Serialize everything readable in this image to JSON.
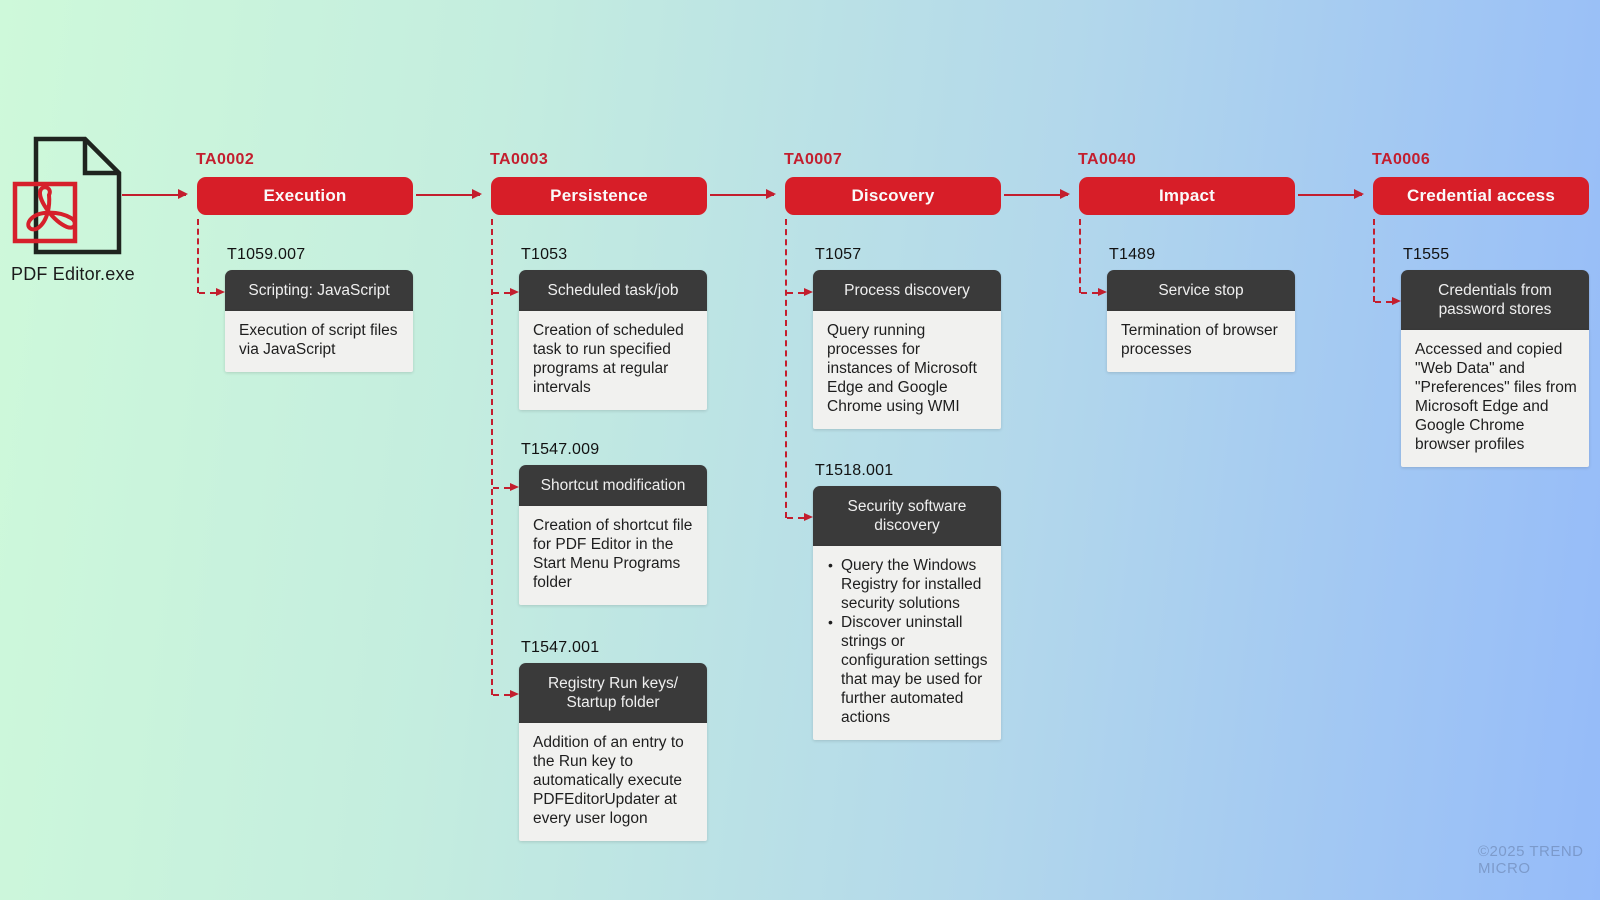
{
  "colors": {
    "tactic-red": "#d71e28",
    "accent-red": "#c31e2e",
    "header-gray": "#3a3a3a",
    "body-gray": "#f1f1ef",
    "bg-left-green": "#cef9da",
    "bg-right-blue": "#95bbf9"
  },
  "source": {
    "label": "PDF Editor.exe",
    "icon": "pdf-document-with-acrobat-logo"
  },
  "watermark": "©2025 TREND MICRO",
  "tactics": [
    {
      "id": "TA0002",
      "label": "Execution",
      "techniques": [
        {
          "id": "T1059.007",
          "name": "Scripting: JavaScript",
          "description": "Execution of script files via JavaScript"
        }
      ]
    },
    {
      "id": "TA0003",
      "label": "Persistence",
      "techniques": [
        {
          "id": "T1053",
          "name": "Scheduled task/job",
          "description": "Creation of scheduled task to run specified programs at regular intervals"
        },
        {
          "id": "T1547.009",
          "name": "Shortcut modification",
          "description": "Creation of shortcut file for PDF Editor in the Start Menu Programs folder"
        },
        {
          "id": "T1547.001",
          "name": "Registry Run keys/ Startup folder",
          "description": "Addition of an entry to the Run key to automatically execute PDFEditorUpdater at every user logon"
        }
      ]
    },
    {
      "id": "TA0007",
      "label": "Discovery",
      "techniques": [
        {
          "id": "T1057",
          "name": "Process discovery",
          "description": "Query running processes for instances of Microsoft Edge and Google Chrome using WMI"
        },
        {
          "id": "T1518.001",
          "name": "Security software discovery",
          "bullets": [
            "Query the Windows Registry for installed security solutions",
            "Discover uninstall strings or configuration settings that may be used for further automated actions"
          ]
        }
      ]
    },
    {
      "id": "TA0040",
      "label": "Impact",
      "techniques": [
        {
          "id": "T1489",
          "name": "Service stop",
          "description": "Termination of browser processes"
        }
      ]
    },
    {
      "id": "TA0006",
      "label": "Credential access",
      "techniques": [
        {
          "id": "T1555",
          "name": "Credentials from password stores",
          "description": "Accessed and copied \"Web Data\" and \"Preferences\" files from Microsoft Edge and Google Chrome browser profiles"
        }
      ]
    }
  ]
}
